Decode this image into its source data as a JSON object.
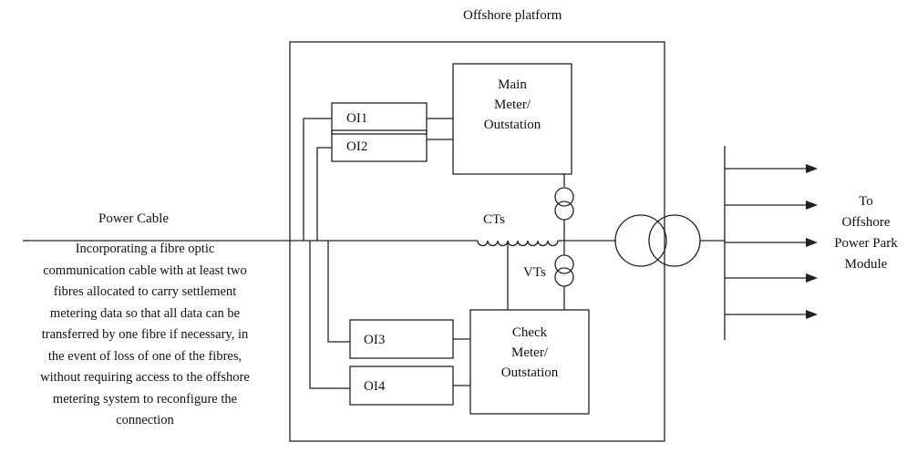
{
  "platform": {
    "title": "Offshore platform"
  },
  "cable": {
    "label": "Power Cable"
  },
  "description": [
    "Incorporating a fibre optic",
    "communication cable with at least two",
    "fibres allocated to carry  settlement",
    "metering data so that all data can be",
    "transferred by one fibre if necessary, in",
    "the event of loss of one of the fibres,",
    "without requiring access to the offshore",
    "metering system to reconfigure the",
    "connection"
  ],
  "interfaces": {
    "oi1": "OI1",
    "oi2": "OI2",
    "oi3": "OI3",
    "oi4": "OI4"
  },
  "main_meter": [
    "Main",
    "Meter/",
    "Outstation"
  ],
  "check_meter": [
    "Check",
    "Meter/",
    "Outstation"
  ],
  "cts": "CTs",
  "vts": "VTs",
  "destination": [
    "To",
    "Offshore",
    "Power Park",
    "Module"
  ],
  "colors": {
    "line": "#222222",
    "background": "#ffffff"
  }
}
